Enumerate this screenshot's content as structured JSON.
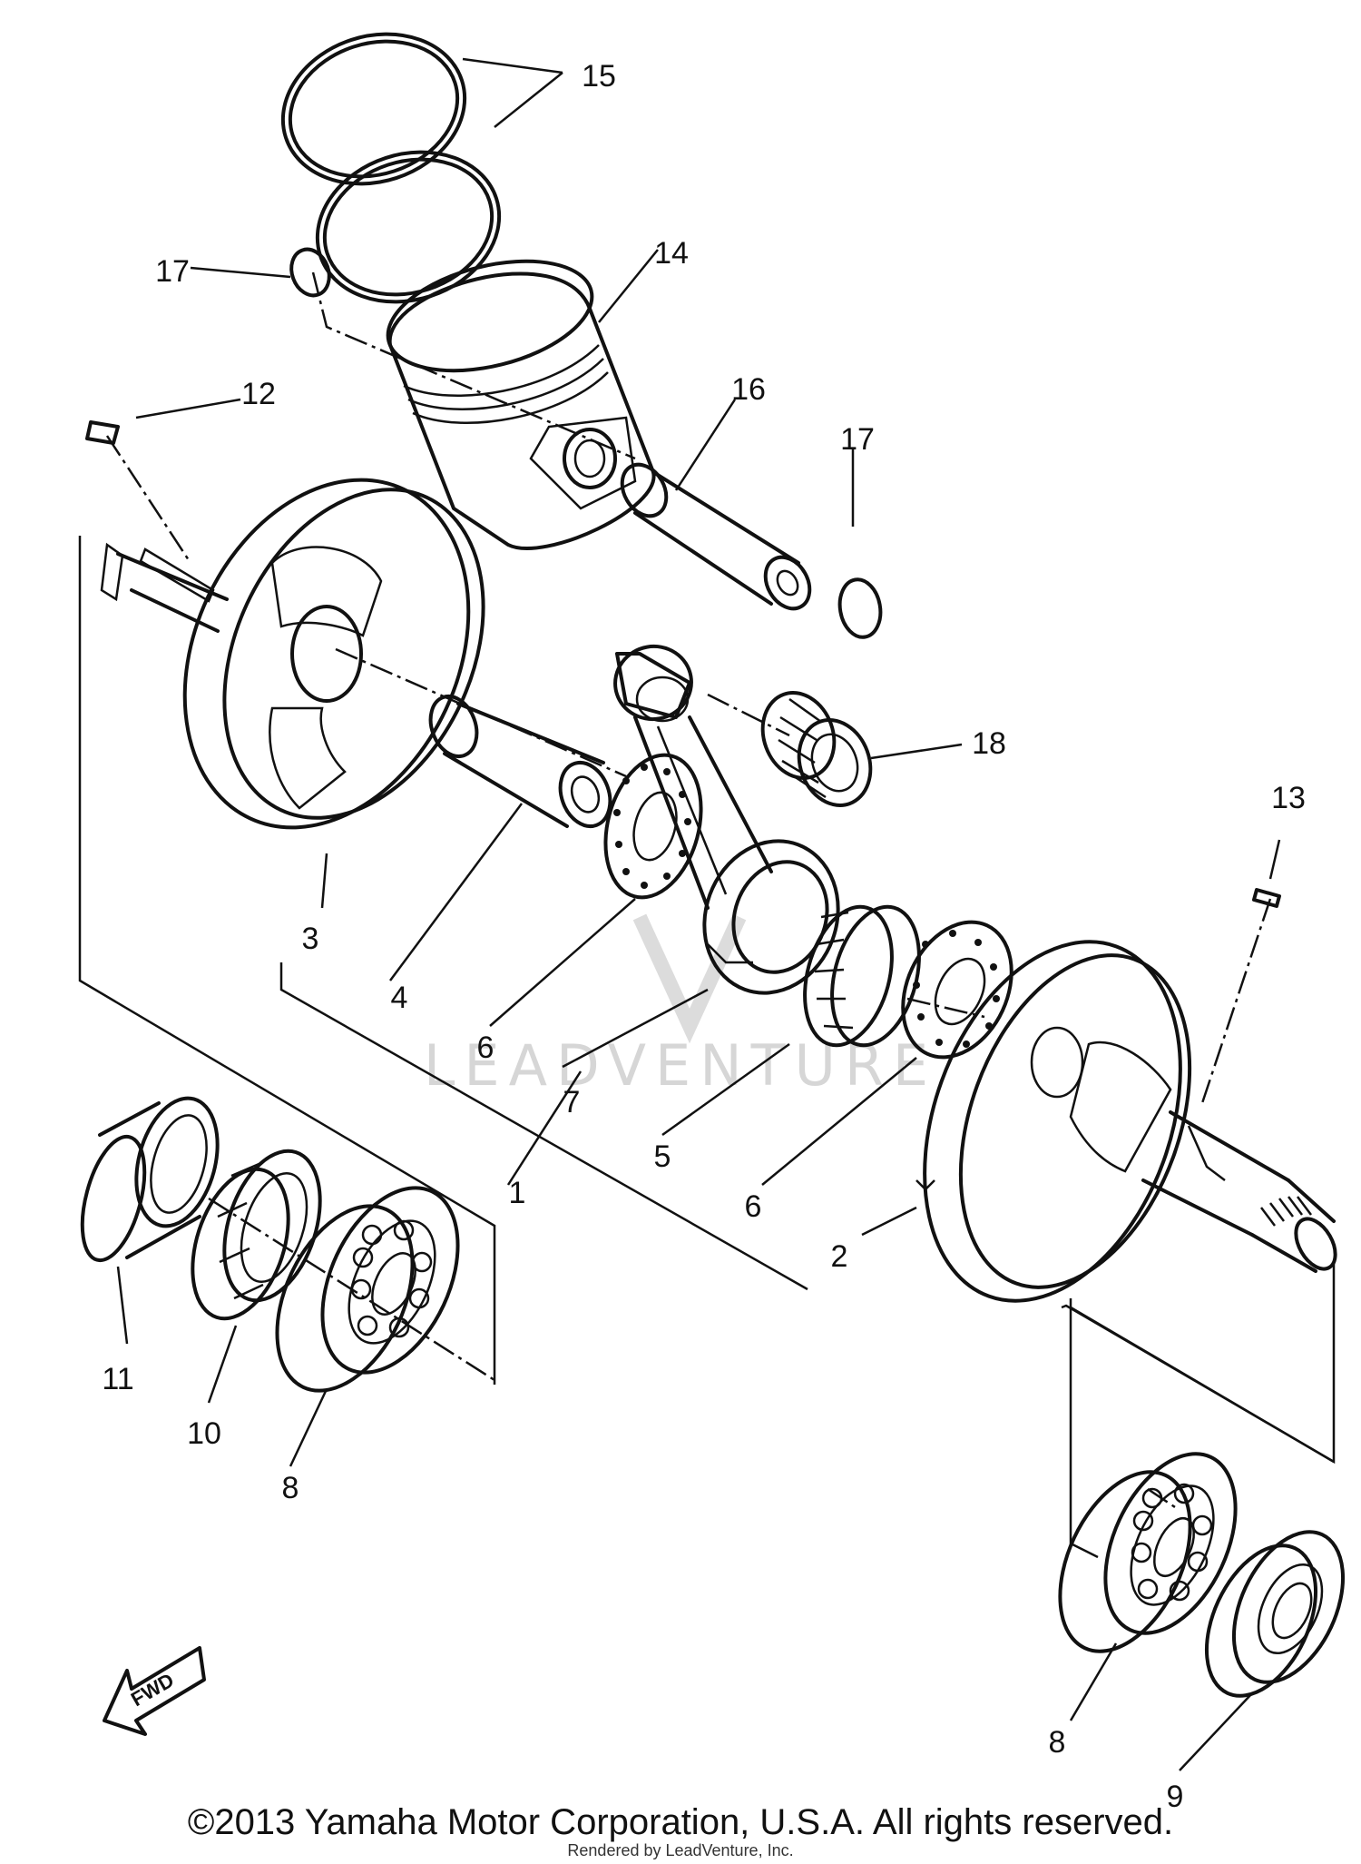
{
  "callouts": {
    "n1": "1",
    "n2": "2",
    "n3": "3",
    "n4": "4",
    "n5": "5",
    "n6a": "6",
    "n6b": "6",
    "n7": "7",
    "n8a": "8",
    "n8b": "8",
    "n9": "9",
    "n10": "10",
    "n11": "11",
    "n12": "12",
    "n13": "13",
    "n14": "14",
    "n15": "15",
    "n16": "16",
    "n17a": "17",
    "n17b": "17",
    "n18": "18"
  },
  "fwd_label": "FWD",
  "watermark": "LEADVENTURE",
  "copyright": "©2013 Yamaha Motor Corporation, U.S.A. All rights reserved.",
  "rendered_by": "Rendered by LeadVenture, Inc."
}
